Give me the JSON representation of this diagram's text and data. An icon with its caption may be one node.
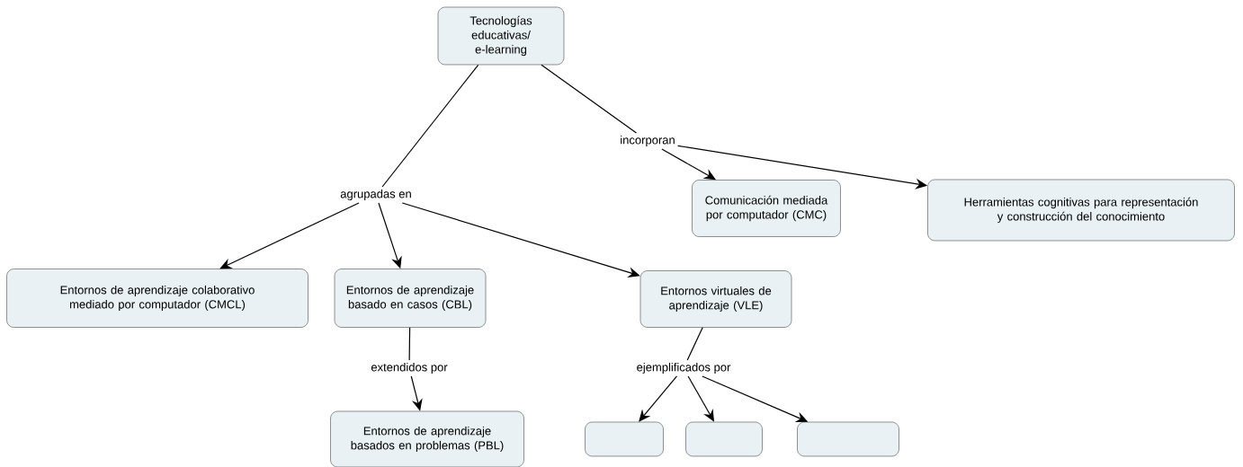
{
  "diagram": {
    "nodes": [
      {
        "text": [
          "Tecnologías educativas/ e-learning"
        ]
      },
      {
        "text": [
          "agrupadas en"
        ]
      },
      {
        "text": [
          "incorporan"
        ]
      },
      {
        "text": [
          "Comunicación mediada por computador (CMC)"
        ]
      },
      {
        "text": [
          "Herramientas cognitivas para representación y construcción del conocimiento"
        ]
      },
      {
        "text": [
          "Entornos de aprendizaje colaborativo mediado por computador (CMCL)"
        ]
      },
      {
        "text": [
          "Entornos de aprendizaje basado en casos (CBL)"
        ]
      },
      {
        "text": [
          "Entornos virtuales de aprendizaje (VLE)"
        ]
      },
      {
        "text": [
          "extendidos por"
        ]
      },
      {
        "text": [
          "ejemplificados por"
        ]
      },
      {
        "text": [
          "Entornos de aprendizaje basados en problemas (PBL)"
        ]
      },
      {
        "text": [],
        "shape": "box"
      },
      {
        "text": [],
        "shape": "box"
      },
      {
        "text": [],
        "shape": "box"
      }
    ],
    "edges": [
      {
        "from": 0,
        "to": 1,
        "arrow": "none"
      },
      {
        "from": 1,
        "to": 5,
        "arrow": "to"
      },
      {
        "from": 1,
        "to": 6,
        "arrow": "to"
      },
      {
        "from": 1,
        "to": 7,
        "arrow": "to"
      },
      {
        "from": 0,
        "to": 2,
        "arrow": "none"
      },
      {
        "from": 2,
        "to": 3,
        "arrow": "to"
      },
      {
        "from": 2,
        "to": 4,
        "arrow": "to"
      },
      {
        "from": 6,
        "to": 8,
        "arrow": "none"
      },
      {
        "from": 8,
        "to": 10,
        "arrow": "to"
      },
      {
        "from": 7,
        "to": 9,
        "arrow": "none"
      },
      {
        "from": 9,
        "to": 11,
        "arrow": "to"
      },
      {
        "from": 9,
        "to": 12,
        "arrow": "to"
      },
      {
        "from": 9,
        "to": 13,
        "arrow": "to"
      }
    ]
  }
}
